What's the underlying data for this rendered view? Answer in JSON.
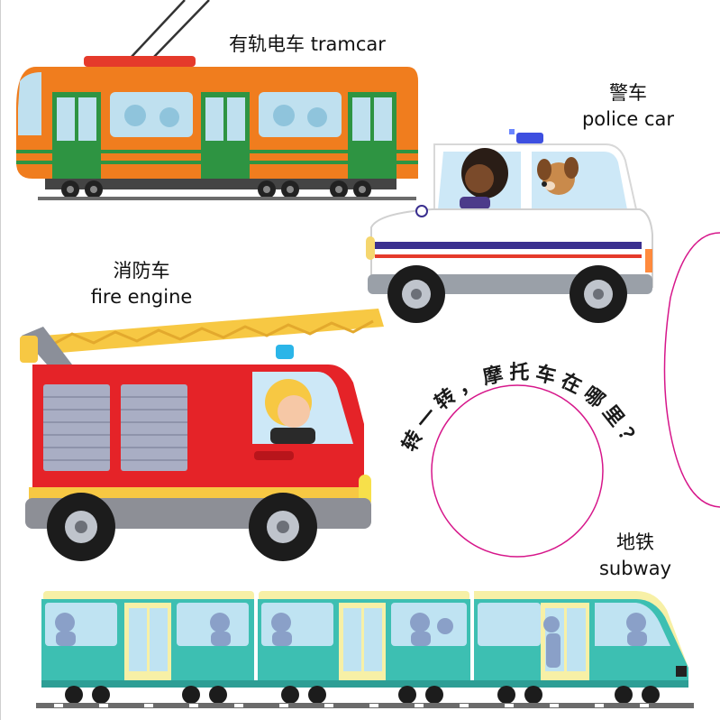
{
  "page": {
    "labels": {
      "tramcar": {
        "zh": "有轨电车",
        "en": "tramcar"
      },
      "police_car": {
        "zh": "警车",
        "en": "police car"
      },
      "fire_engine": {
        "zh": "消防车",
        "en": "fire engine"
      },
      "subway": {
        "zh": "地铁",
        "en": "subway"
      }
    },
    "question": "转一转，摩托车在哪里？"
  },
  "colors": {
    "tram_body": "#f07d1e",
    "tram_door": "#2e9442",
    "tram_stripe": "#e53a2b",
    "police_body": "#ffffff",
    "police_stripe": "#3a2f8f",
    "police_light": "#3d4fe0",
    "fire_body": "#e52328",
    "ladder": "#f7c843",
    "subway_body": "#3dbfb2",
    "subway_top": "#f7f0a6",
    "cutout_line": "#d6168a"
  }
}
